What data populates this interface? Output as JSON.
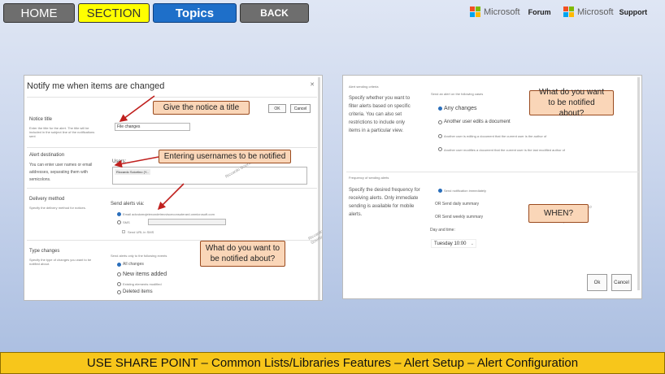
{
  "nav": {
    "home": "HOME",
    "section": "SECTION",
    "topics": "Topics",
    "back": "BACK"
  },
  "logos": [
    {
      "brand": "Microsoft",
      "sub": "Forum"
    },
    {
      "brand": "Microsoft",
      "sub": "Support"
    }
  ],
  "left": {
    "title": "Notify me when items are changed",
    "ok": "OK",
    "cancel": "Cancel",
    "notice_title": "Notice title",
    "notice_desc": "Enter the title for the alert. The title will be included in the subject line of the notifications sent",
    "notice_value": "File changes",
    "alert_destination": "Alert destination",
    "dest_desc": "You can enter user names or email addresses, separating them with semicolons.",
    "users_label": "Users:",
    "users_value": "Riccardo Sciortino (Y...",
    "delivery_method": "Delivery method",
    "delivery_desc": "Specify the delivery method for notices.",
    "send_via": "Send alerts via:",
    "email_option": "Email  advuiomojeiexondetrecvisceconsuterard.onmicrosoft.com",
    "sms_option": "SMS",
    "send_url": "Send URL in SMS",
    "type_changes": "Type changes",
    "type_desc": "Specify the type of changes you want to be notified about.",
    "only_send": "Send alerts only to the following events",
    "all_changes": "All changes",
    "new_items": "New items added",
    "existing_modified": "Existing elements modified",
    "deleted_items": "Deleted items"
  },
  "right": {
    "heading": "Alert sending criteria",
    "filter_desc": "Specify whether you want to filter alerts based on specific criteria. You can also set restrictions to include only items in a particular view.",
    "only_if": "Send an alert on the following cases",
    "any_changes": "Any changes",
    "another_edits": "Another user edits a document",
    "another_edits_own": "Another user is editing a document that the current user is the author of",
    "another_modifies": "Another user modifies a document that the current user is the last modified author of",
    "frequency_heading": "Frequency of sending alerts",
    "frequency_desc": "Specify the desired frequency for receiving alerts. Only immediate sending is available for mobile alerts.",
    "immediately": "Send notification immediately",
    "daily": "OR Send daily summary",
    "weekly": "OR Send weekly summary",
    "day_time": "Day and time:",
    "day_value": "Tuesday   10:00",
    "ok": "Ok",
    "cancel": "Cancel"
  },
  "callouts": {
    "give_title": "Give the notice a title",
    "usernames": "Entering usernames to be notified",
    "what_left": "What do you want to be notified about?",
    "what_right": "What do you want to be notified about?",
    "when": "WHEN?"
  },
  "watermark": "Riccardo Sciortino",
  "footer": "USE SHARE POINT – Common Lists/Libraries Features – Alert Setup – Alert Configuration"
}
